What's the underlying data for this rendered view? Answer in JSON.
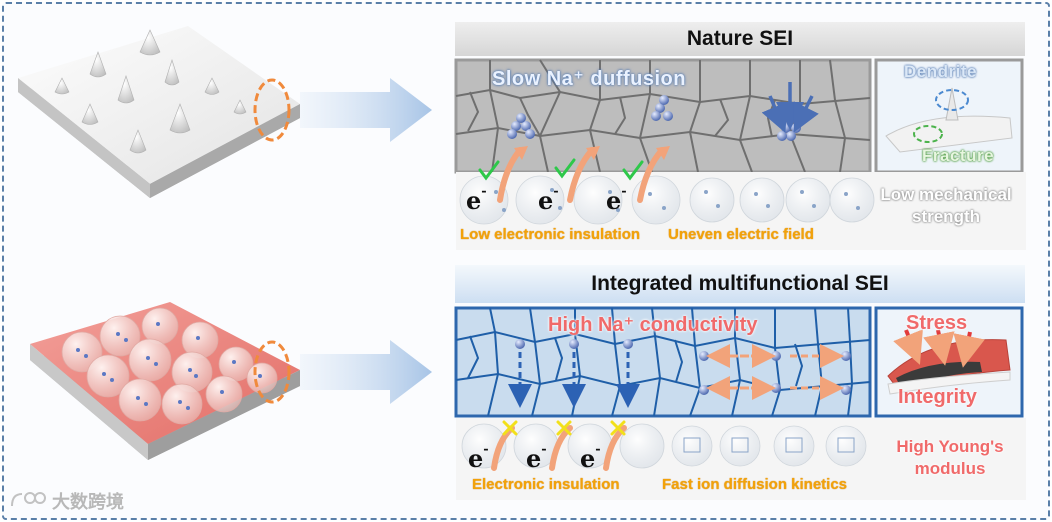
{
  "top_panel": {
    "title": "Nature SEI",
    "diffusion_label": "Slow Na⁺ duffusion",
    "dendrite_label": "Dendrite",
    "fracture_label": "Fracture",
    "electron_symbol": "e",
    "electron_charge": "-",
    "insulation_label": "Low electronic insulation",
    "field_label": "Uneven electric field",
    "strength_label": "Low mechanical strength"
  },
  "bottom_panel": {
    "title": "Integrated multifunctional SEI",
    "conductivity_label": "High Na⁺ conductivity",
    "stress_label": "Stress",
    "integrity_label": "Integrity",
    "electron_symbol": "e",
    "electron_charge": "-",
    "insulation_label": "Electronic insulation",
    "kinetics_label": "Fast ion diffusion kinetics",
    "modulus_label": "High Young's modulus"
  },
  "watermark": "大数跨境",
  "colors": {
    "grey_grain_border": "#6f6f6f",
    "blue_grain_border": "#1f5fa8",
    "orange_text": "#f2a20a",
    "red_text": "#f06a6a",
    "check_green": "#2ec84a",
    "cross_yellow": "#f2e01a",
    "arrow_orange": "#f2a37a",
    "ion_blue": "#6f87c8"
  }
}
